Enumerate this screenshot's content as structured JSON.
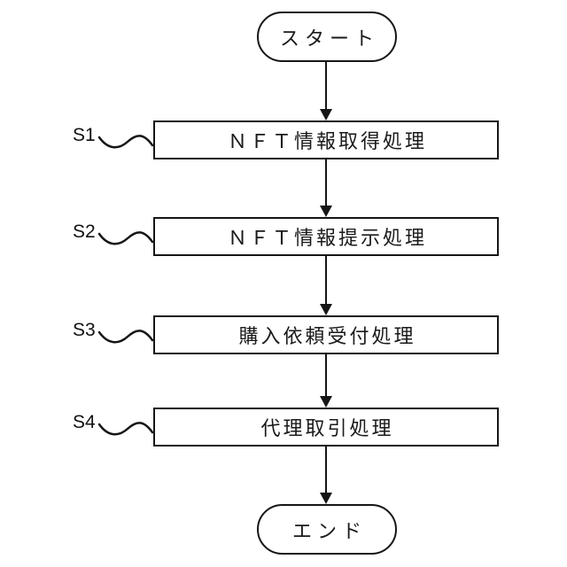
{
  "figure": {
    "type": "flowchart",
    "background_color": "#ffffff",
    "line_color": "#161616",
    "start": {
      "label": "スタート"
    },
    "end": {
      "label": "エンド"
    },
    "steps": [
      {
        "id": "S1",
        "label": "ＮＦＴ情報取得処理"
      },
      {
        "id": "S2",
        "label": "ＮＦＴ情報提示処理"
      },
      {
        "id": "S3",
        "label": "購入依頼受付処理"
      },
      {
        "id": "S4",
        "label": "代理取引処理"
      }
    ]
  }
}
